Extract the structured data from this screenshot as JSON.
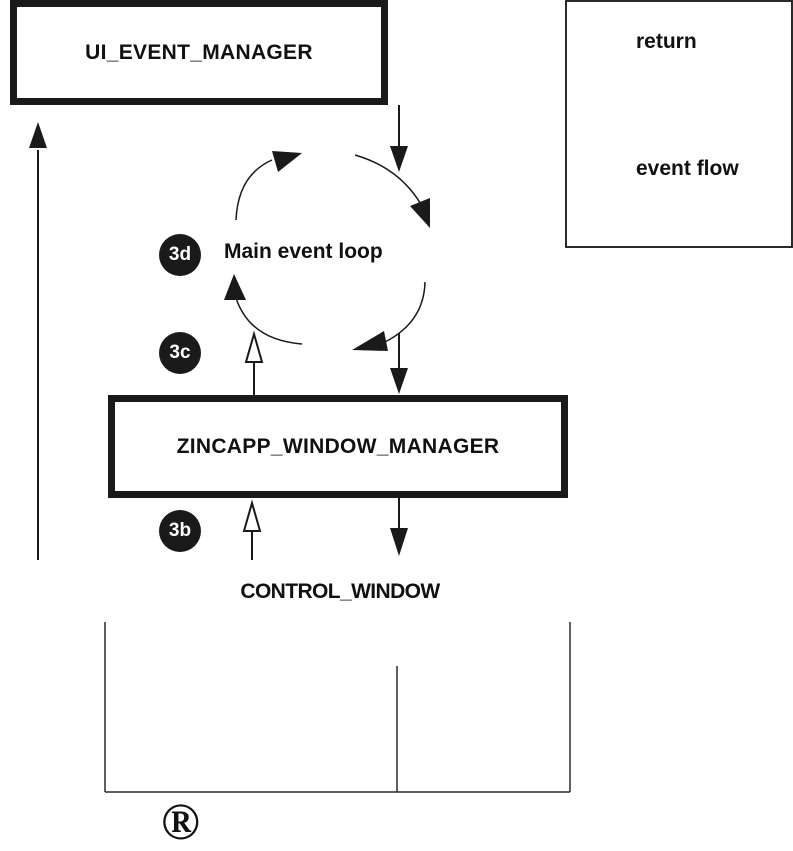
{
  "boxes": {
    "event_manager": "UI_EVENT_MANAGER",
    "window_manager": "ZINCAPP_WINDOW_MANAGER"
  },
  "legend": {
    "return_label": "return",
    "event_flow_label": "event flow"
  },
  "loop": {
    "label": "Main event loop"
  },
  "steps": {
    "s3d": "3d",
    "s3c": "3c",
    "s3b": "3b"
  },
  "lower": {
    "title": "CONTROL_WINDOW",
    "registered_mark": "®"
  }
}
